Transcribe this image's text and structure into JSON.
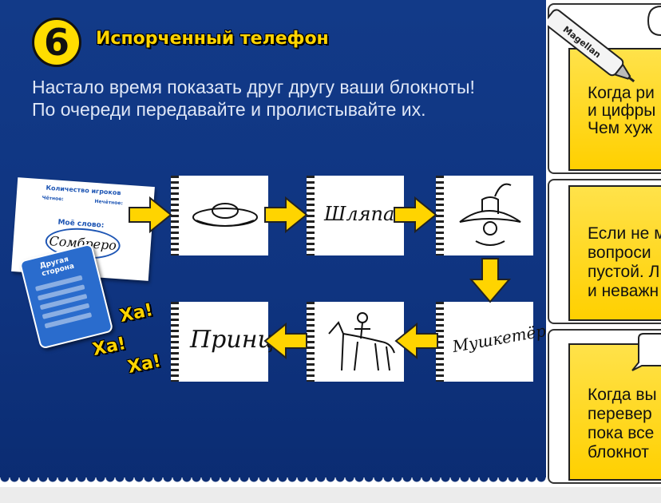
{
  "step": {
    "number": "6",
    "title": "Испорченный телефон"
  },
  "intro": {
    "line1": "Настало время показать друг другу ваши блокноты!",
    "line2": "По очереди передавайте и пролистывайте их."
  },
  "illustration": {
    "card": {
      "heading": "Количество игроков",
      "even": "Чётное:",
      "odd": "Нечётное:",
      "word_label": "Моё слово:",
      "word": "Сомбреро"
    },
    "phone_title": "Другая сторона",
    "pads": [
      "Шляпа",
      "Мушкетёр",
      "Принц"
    ],
    "laugh": [
      "Ха!",
      "Ха!",
      "Ха!"
    ]
  },
  "marker": {
    "brand": "Magellan"
  },
  "notes": [
    {
      "lines": [
        "Когда ри",
        "и цифры",
        "Чем хуж"
      ]
    },
    {
      "lines": [
        "Если не м",
        "вопроси",
        "пустой. Л",
        "и неважн"
      ]
    },
    {
      "lines": [
        "Когда вы",
        "перевер",
        "пока все",
        "блокнот"
      ]
    }
  ],
  "colors": {
    "panel": "#123a88",
    "accent": "#ffd400",
    "note": "#ffd900"
  }
}
